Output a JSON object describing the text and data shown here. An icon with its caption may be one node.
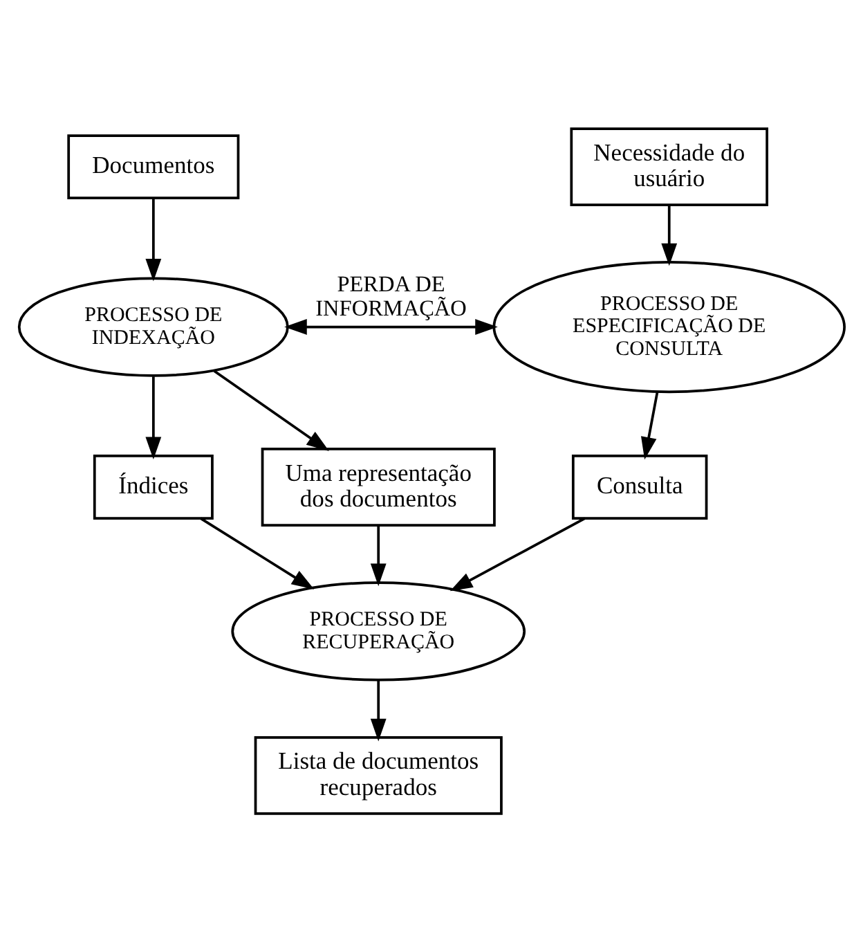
{
  "diagram": {
    "nodes": [
      {
        "text": [
          "Documentos"
        ]
      },
      {
        "text": [
          "Necessidade do usuário"
        ]
      },
      {
        "text": [
          "PROCESSO DE INDEXAÇÃO"
        ]
      },
      {
        "text": [
          "PROCESSO DE ESPECIFICAÇÃO DE CONSULTA"
        ]
      },
      {
        "text": [
          "Índices"
        ]
      },
      {
        "text": [
          "Uma representação dos documentos"
        ]
      },
      {
        "text": [
          "Consulta"
        ]
      },
      {
        "text": [
          "PROCESSO DE RECUPERAÇÃO"
        ]
      },
      {
        "text": [
          "Lista de documentos recuperados"
        ]
      }
    ],
    "edges": [
      {
        "from": 0,
        "to": 2,
        "arrow": "to"
      },
      {
        "from": 1,
        "to": 3,
        "arrow": "to"
      },
      {
        "from": 2,
        "to": 3,
        "arrow": "both",
        "label": "PERDA DE INFORMAÇÃO"
      },
      {
        "from": 2,
        "to": 4,
        "arrow": "to"
      },
      {
        "from": 2,
        "to": 5,
        "arrow": "to"
      },
      {
        "from": 3,
        "to": 6,
        "arrow": "to"
      },
      {
        "from": 4,
        "to": 7,
        "arrow": "to"
      },
      {
        "from": 5,
        "to": 7,
        "arrow": "to"
      },
      {
        "from": 6,
        "to": 7,
        "arrow": "to"
      },
      {
        "from": 7,
        "to": 8,
        "arrow": "to"
      }
    ]
  }
}
